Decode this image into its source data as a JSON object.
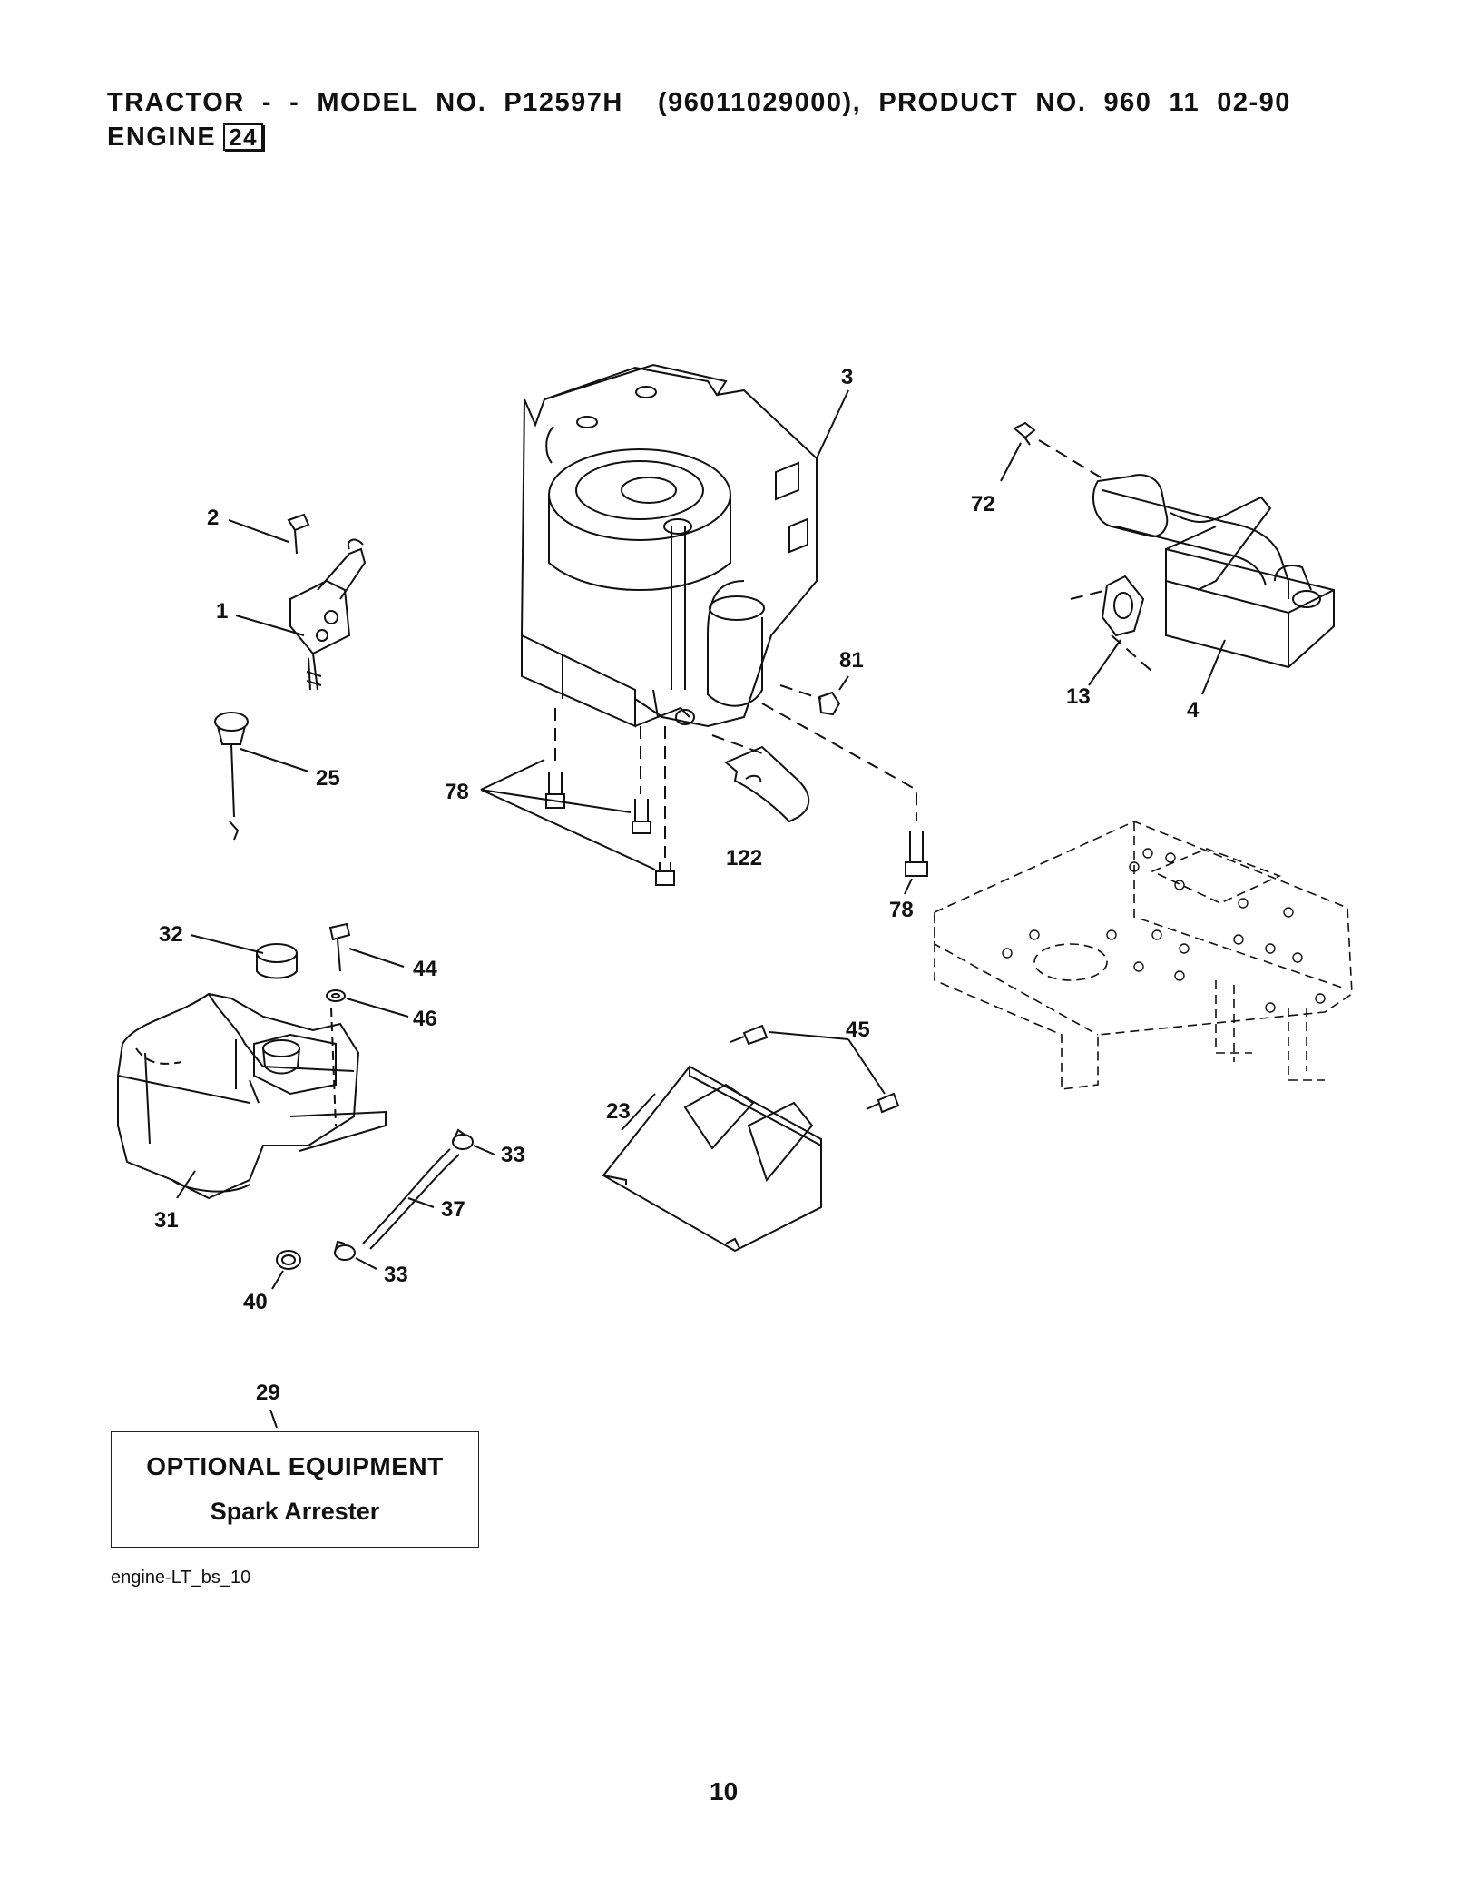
{
  "header": {
    "line1": "TRACTOR  -  -  MODEL  NO.  P12597H    (96011029000),  PRODUCT  NO.  960  11  02-90",
    "line2_text": "ENGINE",
    "line2_box": "24"
  },
  "callouts": {
    "c1": "1",
    "c2": "2",
    "c3": "3",
    "c4": "4",
    "c13": "13",
    "c23": "23",
    "c25": "25",
    "c29": "29",
    "c31": "31",
    "c32": "32",
    "c33a": "33",
    "c33b": "33",
    "c37": "37",
    "c40": "40",
    "c44": "44",
    "c45": "45",
    "c46": "46",
    "c72": "72",
    "c78a": "78",
    "c78b": "78",
    "c81": "81",
    "c122": "122"
  },
  "optional": {
    "title": "OPTIONAL EQUIPMENT",
    "subtitle": "Spark Arrester"
  },
  "figure_id": "engine-LT_bs_10",
  "page_number": "10"
}
